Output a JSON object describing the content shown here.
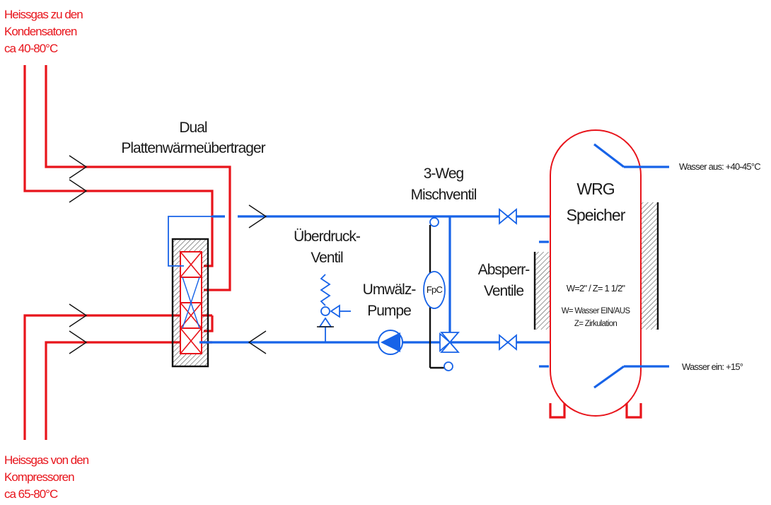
{
  "labels": {
    "hot_gas_out": [
      "Heissgas zu den",
      "Kondensatoren",
      "ca 40-80°C"
    ],
    "hot_gas_in": [
      "Heissgas von den",
      "Kompressoren",
      "ca 65-80°C"
    ],
    "heat_exchanger": [
      "Dual",
      "Plattenwärmeübertrager"
    ],
    "mixing_valve": [
      "3-Weg",
      "Mischventil"
    ],
    "relief_valve": [
      "Überdruck-",
      "Ventil"
    ],
    "pump": [
      "Umwälz-",
      "Pumpe"
    ],
    "shutoff_valves": [
      "Absperr-",
      "Ventile"
    ],
    "tank": [
      "WRG",
      "Speicher"
    ],
    "tank_spec": "W=2\" / Z= 1 1/2\"",
    "tank_legend": [
      "W= Wasser EIN/AUS",
      "Z= Zirkulation"
    ],
    "water_out": "Wasser aus: +40-45°C",
    "water_in": "Wasser ein: +15°",
    "actuator": "FpC"
  },
  "colors": {
    "refrigerant": "#e8141b",
    "water": "#1763e8",
    "tank": "#e8141b",
    "hatch": "#111111"
  }
}
